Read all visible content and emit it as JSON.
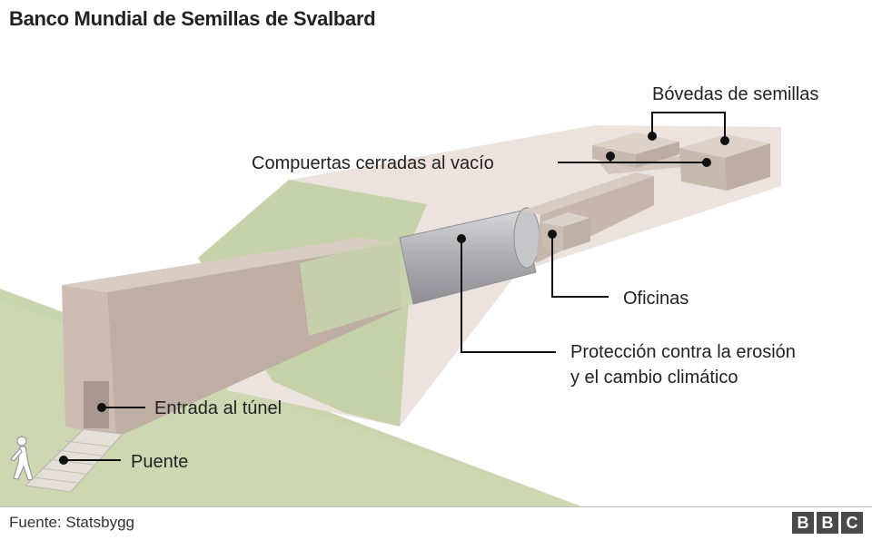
{
  "title": "Banco Mundial de Semillas de Svalbard",
  "labels": {
    "vaults": "Bóvedas de semillas",
    "airlocks": "Compuertas cerradas al vacío",
    "offices": "Oficinas",
    "erosion_line1": "Protección contra la erosión",
    "erosion_line2": "y el cambio climático",
    "tunnel_entrance": "Entrada al túnel",
    "bridge": "Puente"
  },
  "footer": {
    "source": "Fuente: Statsbygg",
    "logo": [
      "B",
      "B",
      "C"
    ]
  },
  "colors": {
    "ground": "#c9d5ad",
    "mountain_shading": "#e8ddd9",
    "structure": "#d4c6bc",
    "tube": "#b4b4b8"
  }
}
